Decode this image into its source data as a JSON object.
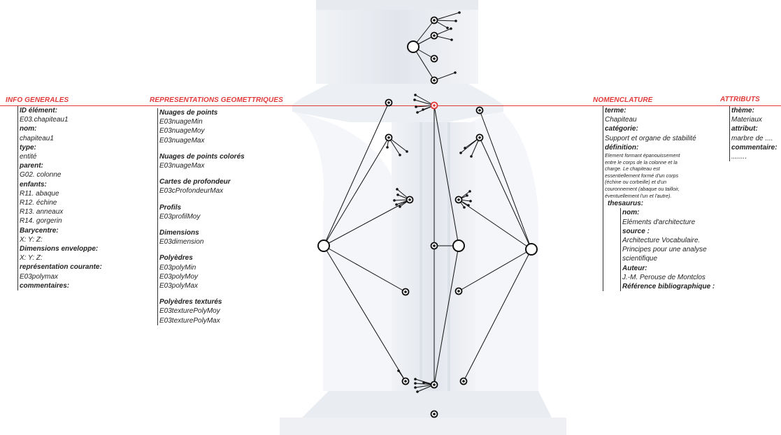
{
  "colors": {
    "accent": "#e23a3a",
    "text": "#222222"
  },
  "headers": {
    "info": "INFO GENERALES",
    "representations": "REPRESENTATIONS GEOMETTRIQUES",
    "nomenclature": "NOMENCLATURE",
    "attributs": "ATTRIBUTS"
  },
  "info": {
    "id_label": "ID élément:",
    "id_value": "E03.chapiteau1",
    "nom_label": "nom:",
    "nom_value": "chapiteau1",
    "type_label": "type:",
    "type_value": "entité",
    "parent_label": "parent:",
    "parent_value": "G02. colonne",
    "enfants_label": "enfants:",
    "enfants": [
      "R11. abaque",
      "R12. échine",
      "R13. anneaux",
      "R14. gorgerin"
    ],
    "barycentre_label": "Barycentre:",
    "barycentre_value": "X:  Y:  Z:",
    "dim_label": "Dimensions enveloppe:",
    "dim_value": "X:  Y:  Z:",
    "rep_label": "représentation courante:",
    "rep_value": "E03polymax",
    "comm_label": "commentaires:"
  },
  "representations": [
    {
      "title": "Nuages de points",
      "items": [
        "E03nuageMin",
        "E03nuageMoy",
        "E03nuageMax"
      ]
    },
    {
      "title": "Nuages de points colorés",
      "items": [
        "E03nuageMax"
      ]
    },
    {
      "title": "Cartes de profondeur",
      "items": [
        "E03cProfondeurMax"
      ]
    },
    {
      "title": "Profils",
      "items": [
        "E03profilMoy"
      ]
    },
    {
      "title": "Dimensions",
      "items": [
        "E03dimension"
      ]
    },
    {
      "title": "Polyèdres",
      "items": [
        "E03polyMin",
        "E03polyMoy",
        "E03polyMax"
      ]
    },
    {
      "title": "Polyèdres texturés",
      "items": [
        "E03texturePolyMoy",
        "E03texturePolyMax"
      ]
    }
  ],
  "nomenclature": {
    "terme_label": "terme:",
    "terme_value": "Chapiteau",
    "cat_label": "catégorie:",
    "cat_value": "Support et organe de stabilité",
    "def_label": "définition:",
    "def_lines": [
      "Element formant épanouissement",
      "entre le corps de la colonne et la",
      "charge. Le chapiteau est",
      "essentiellement formé d'un corps",
      "(échine ou corbeille) et d'un",
      "couronnement (abaque ou tailloir,",
      "éventuellement l'un et l'autre)."
    ],
    "thes_label": "thesaurus:",
    "thes_nom_label": "nom:",
    "thes_nom_value": "Eléments d'architecture",
    "source_label": "source :",
    "source_lines": [
      "Architecture Vocabulaire.",
      "Principes pour une analyse",
      "scientifique"
    ],
    "auteur_label": "Auteur:",
    "auteur_value": "J.-M. Perouse de Montclos",
    "ref_label": "Référence bibliographique :"
  },
  "attributs": {
    "theme_label": "thème:",
    "theme_value": "Materiaux",
    "attribut_label": "attribut:",
    "attribut_value": "marbre de ....",
    "comm_label": "commentaire:",
    "comm_value": "........"
  }
}
